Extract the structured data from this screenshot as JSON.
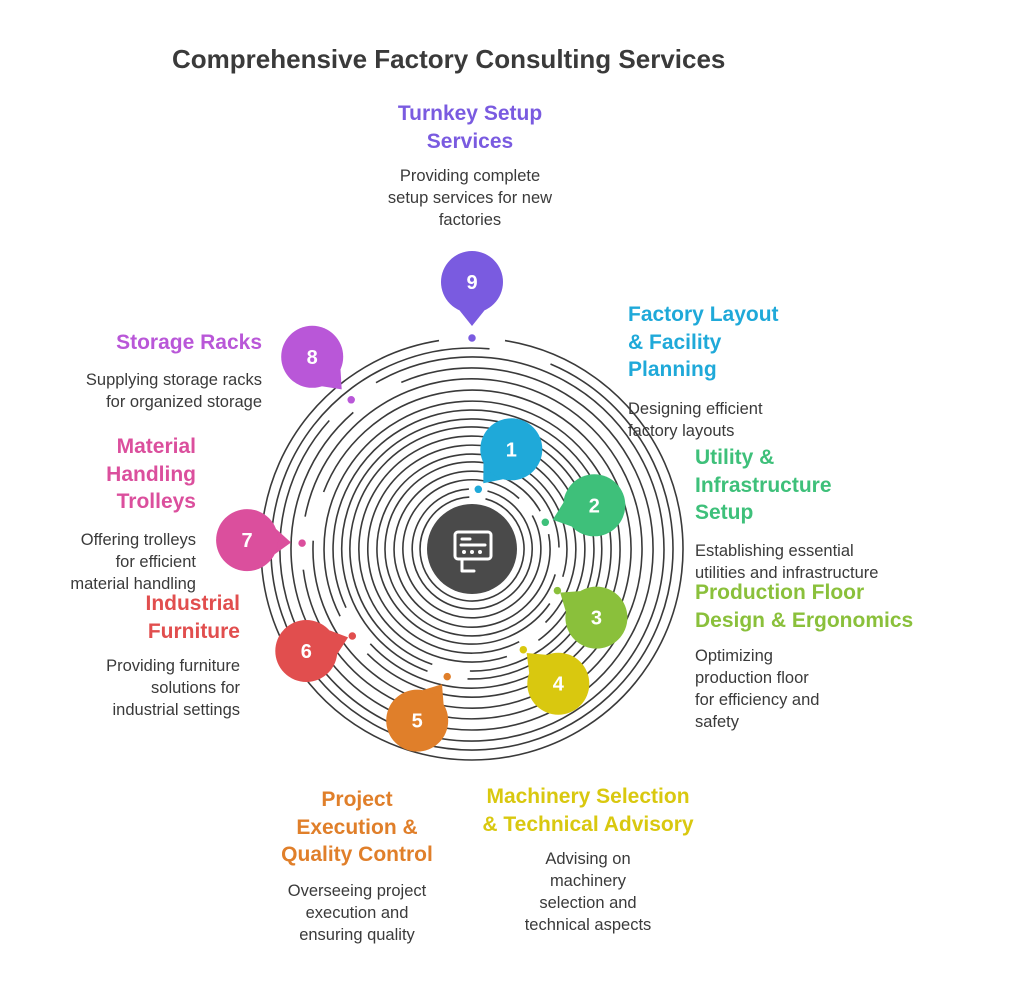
{
  "title": "Comprehensive Factory Consulting Services",
  "colors": {
    "ring": "#3a3a3a",
    "hub": "#4a4a4a",
    "hub_icon": "#ffffff"
  },
  "center_icon": "conveyor-machine-icon",
  "items": [
    {
      "number": "1",
      "title": "Factory Layout\n& Facility\nPlanning",
      "description": "Designing efficient\nfactory layouts",
      "color": "#1fa9d9"
    },
    {
      "number": "2",
      "title": "Utility &\nInfrastructure\nSetup",
      "description": "Establishing essential\nutilities and infrastructure",
      "color": "#3ec07a"
    },
    {
      "number": "3",
      "title": "Production Floor\nDesign & Ergonomics",
      "description": "Optimizing\nproduction floor\nfor efficiency and\nsafety",
      "color": "#8ac03b"
    },
    {
      "number": "4",
      "title": "Machinery Selection\n& Technical Advisory",
      "description": "Advising on\nmachinery\nselection and\ntechnical aspects",
      "color": "#d9c80f"
    },
    {
      "number": "5",
      "title": "Project\nExecution &\nQuality Control",
      "description": "Overseeing project\nexecution and\nensuring quality",
      "color": "#e07f2a"
    },
    {
      "number": "6",
      "title": "Industrial\nFurniture",
      "description": "Providing furniture\nsolutions for\nindustrial settings",
      "color": "#e14e4e"
    },
    {
      "number": "7",
      "title": "Material\nHandling\nTrolleys",
      "description": "Offering trolleys\nfor efficient\nmaterial handling",
      "color": "#db4f9d"
    },
    {
      "number": "8",
      "title": "Storage Racks",
      "description": "Supplying storage racks\nfor organized storage",
      "color": "#b957d8"
    },
    {
      "number": "9",
      "title": "Turnkey Setup\nServices",
      "description": "Providing complete\nsetup services for new\nfactories",
      "color": "#7a5be0"
    }
  ]
}
